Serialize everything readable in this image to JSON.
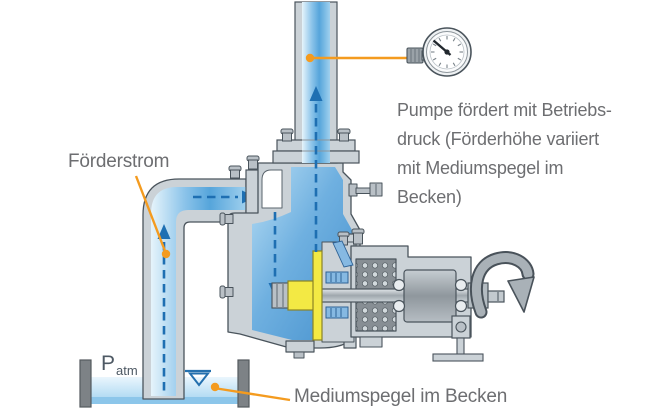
{
  "diagram": {
    "type": "technical-illustration",
    "subject": "Self-priming centrifugal pump lifting medium from an open basin",
    "labels": {
      "flow_label": "Förderstrom",
      "pressure_caption_lines": [
        "Pumpe fördert mit Betriebs-",
        "druck (Förderhöhe variiert",
        "mit Mediumspegel im",
        "Becken)"
      ],
      "basin_level_label": "Mediumspegel im Becken",
      "atmospheric_pressure_symbol": "P",
      "atmospheric_pressure_subscript": "atm"
    },
    "icons": {
      "pressure_gauge": "pressure-gauge-icon",
      "rotation_arrow": "rotation-arrow-icon",
      "water_level_mark": "water-level-icon",
      "flow_arrows": "dashed-flow-arrow"
    },
    "flow_path": [
      "basin",
      "suction-riser-up",
      "elbow-right",
      "pump-casing-down",
      "impeller",
      "discharge-pipe-up"
    ],
    "colors": {
      "leader_orange": "#F49B1F",
      "flow_arrow_blue": "#1E6FB2",
      "fluid_blue": "#5BA7DC",
      "fluid_light": "#D6ECF9",
      "metal_light": "#CBD2D7",
      "metal_dark": "#878E94",
      "outline": "#4A545C",
      "impeller_yellow": "#F3E944",
      "label_gray": "#6D6E71",
      "pressure_label_gray": "#4E5964",
      "water_level_blue": "#2470AE"
    }
  }
}
